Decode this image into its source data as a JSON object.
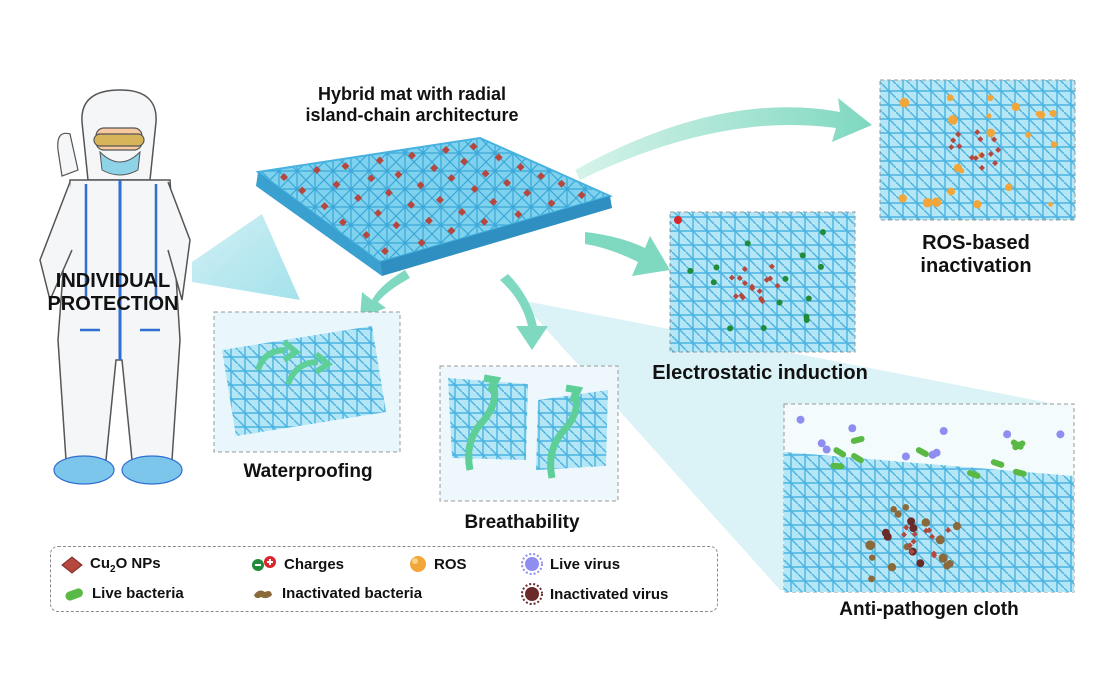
{
  "labels": {
    "title_line1": "Hybrid mat with radial",
    "title_line2": "island-chain architecture",
    "individual_line1": "INDIVIDUAL",
    "individual_line2": "PROTECTION",
    "ros_line1": "ROS-based",
    "ros_line2": "inactivation",
    "electrostatic": "Electrostatic induction",
    "waterproofing": "Waterproofing",
    "breathability": "Breathability",
    "anti_pathogen": "Anti-pathogen cloth"
  },
  "legend": {
    "cu2o_prefix": "Cu",
    "cu2o_sub": "2",
    "cu2o_suffix": "O NPs",
    "charges": "Charges",
    "ros": "ROS",
    "live_virus": "Live virus",
    "live_bacteria": "Live bacteria",
    "inactivated_bacteria": "Inactivated bacteria",
    "inactivated_virus": "Inactivated virus"
  },
  "colors": {
    "fiber": "#5fc4e6",
    "fiber_dark": "#2e95c4",
    "arrow": "#7fd8c0",
    "cu2o": "#b5473f",
    "ros": "#f2a63a",
    "charge_neg": "#1f8b3b",
    "charge_pos": "#d9262b",
    "live_virus": "#8e8ef0",
    "live_bacteria": "#5ab845",
    "inactivated_bacteria": "#8a6a3a",
    "inactivated_virus": "#6a2a2a",
    "suit_stripe": "#2f6fd1"
  }
}
